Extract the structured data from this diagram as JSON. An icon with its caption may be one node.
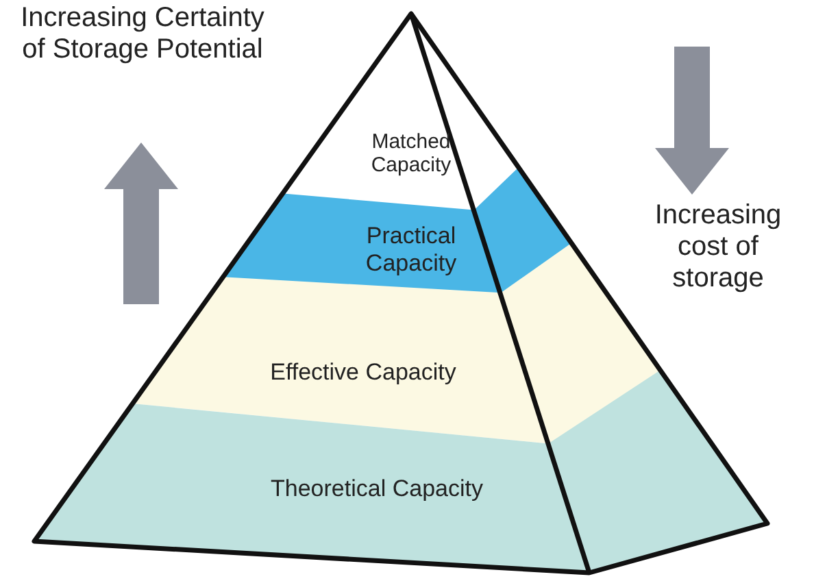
{
  "diagram": {
    "nodes": [
      {
        "text": [
          "Matched Capacity"
        ]
      },
      {
        "text": [
          "Practical Capacity"
        ]
      },
      {
        "text": [
          "Effective Capacity"
        ]
      },
      {
        "text": [
          "Theoretical Capacity"
        ]
      }
    ],
    "labels": [
      "Increasing Certainty of Storage Potential",
      "Increasing cost of storage"
    ]
  }
}
